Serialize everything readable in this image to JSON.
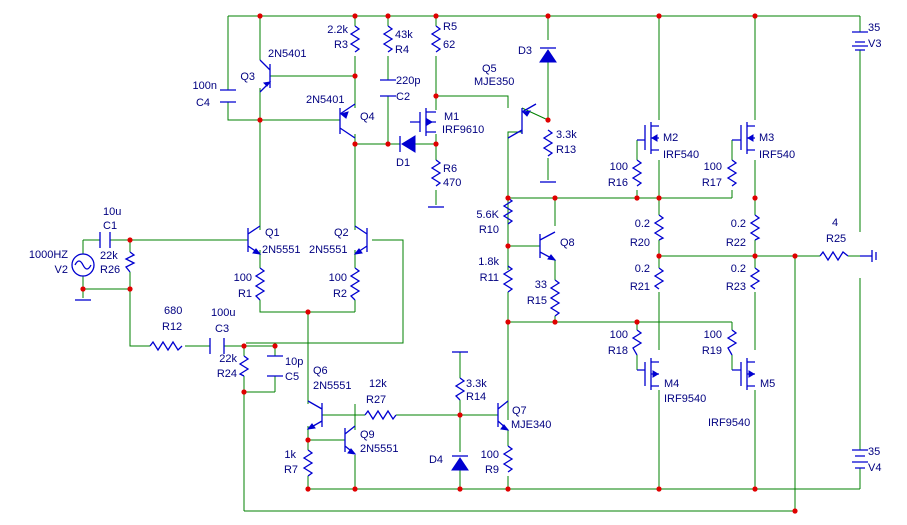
{
  "colors": {
    "wire": "#008000",
    "component": "#0000d0",
    "junction": "#e00000",
    "label": "#000080"
  },
  "labels": {
    "R3_val": "2.2k",
    "R3_ref": "R3",
    "R4_val": "43k",
    "R4_ref": "R4",
    "R5_ref": "R5",
    "R5_val": "62",
    "D3_ref": "D3",
    "V3_val": "35",
    "V3_ref": "V3",
    "Q3_ref": "Q3",
    "Q3_part": "2N5401",
    "C4_val": "100n",
    "C4_ref": "C4",
    "Q4_part": "2N5401",
    "Q4_ref": "Q4",
    "C2_val": "220p",
    "C2_ref": "C2",
    "Q5_ref": "Q5",
    "Q5_part": "MJE350",
    "M1_ref": "M1",
    "M1_part": "IRF9610",
    "D1_ref": "D1",
    "R6_ref": "R6",
    "R6_val": "470",
    "R13_val": "3.3k",
    "R13_ref": "R13",
    "M2_ref": "M2",
    "M2_part": "IRF540",
    "M3_ref": "M3",
    "M3_part": "IRF540",
    "R16_val": "100",
    "R16_ref": "R16",
    "R17_val": "100",
    "R17_ref": "R17",
    "C1_val": "10u",
    "C1_ref": "C1",
    "Q1_ref": "Q1",
    "Q1_part": "2N5551",
    "Q2_ref": "Q2",
    "Q2_part": "2N5551",
    "V2_freq": "1000HZ",
    "V2_ref": "V2",
    "R26_val": "22k",
    "R26_ref": "R26",
    "R10_val": "5.6K",
    "R10_ref": "R10",
    "Q8_ref": "Q8",
    "R20_val": "0.2",
    "R20_ref": "R20",
    "R22_val": "0.2",
    "R22_ref": "R22",
    "R25_val": "4",
    "R25_ref": "R25",
    "R1_val": "100",
    "R1_ref": "R1",
    "R2_val": "100",
    "R2_ref": "R2",
    "R11_val": "1.8k",
    "R11_ref": "R11",
    "R15_val": "33",
    "R15_ref": "R15",
    "R21_val": "0.2",
    "R21_ref": "R21",
    "R23_val": "0.2",
    "R23_ref": "R23",
    "R12_val": "680",
    "R12_ref": "R12",
    "C3_val": "100u",
    "C3_ref": "C3",
    "R18_val": "100",
    "R18_ref": "R18",
    "R19_val": "100",
    "R19_ref": "R19",
    "R24_val": "22k",
    "R24_ref": "R24",
    "C5_val": "10p",
    "C5_ref": "C5",
    "Q6_ref": "Q6",
    "Q6_part": "2N5551",
    "R27_val": "12k",
    "R27_ref": "R27",
    "R14_val": "3.3k",
    "R14_ref": "R14",
    "Q7_ref": "Q7",
    "Q7_part": "MJE340",
    "M4_ref": "M4",
    "M4_part": "IRF9540",
    "M5_ref": "M5",
    "M5_part": "IRF9540",
    "Q9_ref": "Q9",
    "Q9_part": "2N5551",
    "R7_val": "1k",
    "R7_ref": "R7",
    "D4_ref": "D4",
    "R9_val": "100",
    "R9_ref": "R9",
    "V4_val": "35",
    "V4_ref": "V4"
  }
}
